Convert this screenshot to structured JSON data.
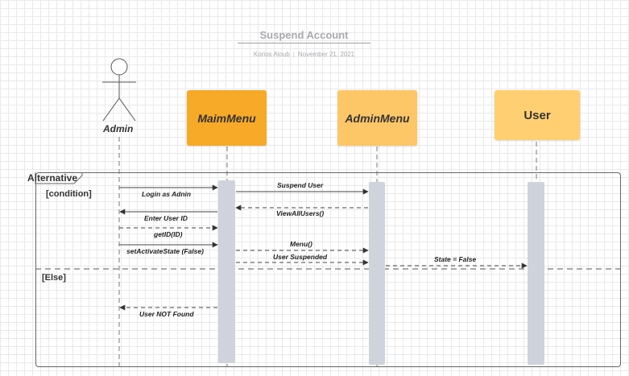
{
  "header": {
    "title": "Suspend Account",
    "author": "Korios Aloub",
    "separator": "|",
    "date": "November 21, 2021"
  },
  "participants": {
    "actor": "Admin",
    "mainmenu": "MaimMenu",
    "adminmenu": "AdminMenu",
    "user": "User"
  },
  "fragment": {
    "label": "Alternative",
    "condition": "[condition]",
    "else": "[Else]"
  },
  "messages": {
    "m1": "Login as Adnin",
    "m2": "Suspend User",
    "m3": "ViewAllUsers()",
    "m4": "Enter User ID",
    "m5": "getID(ID)",
    "m6": "setActivateState (False)",
    "m7": "Menu()",
    "m8": "User Suspended",
    "m9": "State = False",
    "m10": "User NOT Found"
  },
  "colors": {
    "mainmenu_fill": "#F7A928",
    "adminmenu_fill": "#FDC667",
    "user_fill": "#FFCF72",
    "activation": "#CFD3DB",
    "grid": "#E9E9E9"
  }
}
